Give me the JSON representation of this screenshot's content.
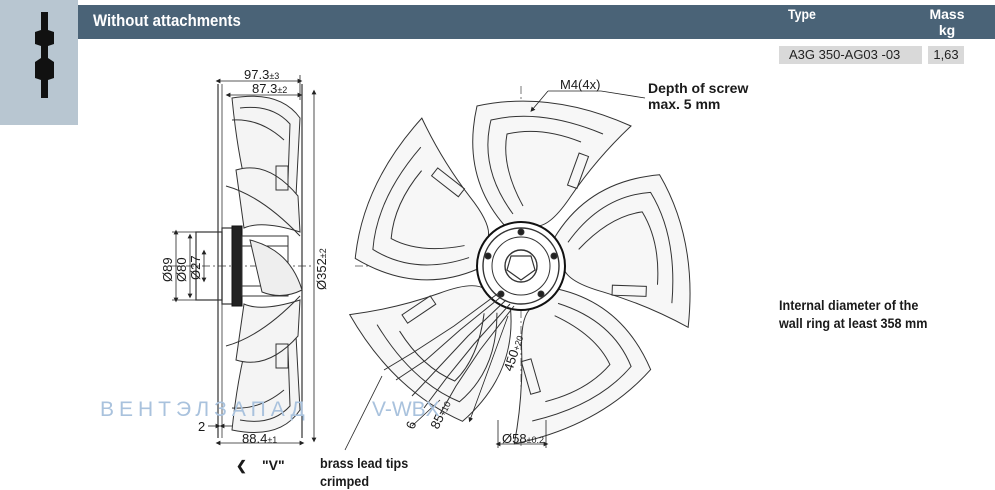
{
  "header": {
    "title": "Without attachments",
    "type_label": "Type",
    "mass_label": "Mass",
    "mass_unit": "kg"
  },
  "product": {
    "type_value": "A3G 350-AG03 -03",
    "mass_value": "1,63"
  },
  "side_view": {
    "dim_top_outer": "97.3",
    "dim_top_outer_tol": "±3",
    "dim_top_inner": "87.3",
    "dim_top_inner_tol": "±2",
    "dim_d89": "Ø89",
    "dim_d80": "Ø80",
    "dim_d27": "Ø27",
    "dim_d352": "Ø352",
    "dim_d352_tol": "±2",
    "dim_2": "2",
    "dim_bottom": "88.4",
    "dim_bottom_tol": "±1",
    "view_label": "\"V\"",
    "view_arrow": "❮"
  },
  "front_view": {
    "screw_label": "M4(4x)",
    "screw_depth_line1": "Depth of screw",
    "screw_depth_line2": "max. 5 mm",
    "dim_450": "450",
    "dim_450_tol": "+20",
    "dim_85": "85",
    "dim_85_tol": "+10",
    "dim_6": "6",
    "dim_d58": "Ø58",
    "dim_d58_tol": "±0.2"
  },
  "notes": {
    "lead_tips_line1": "brass lead tips",
    "lead_tips_line2": "crimped",
    "wall_ring_line1": "Internal diameter of the",
    "wall_ring_line2": "wall ring at least 358 mm"
  },
  "watermark": {
    "cyrillic": "ВЕНТЭЛЗАПАД",
    "latin": "V-WBX"
  },
  "colors": {
    "header_bg": "#4a6377",
    "side_panel_bg": "#b8c6d1",
    "cell_bg": "#d9d9d9",
    "watermark": "#a9c2dd"
  }
}
